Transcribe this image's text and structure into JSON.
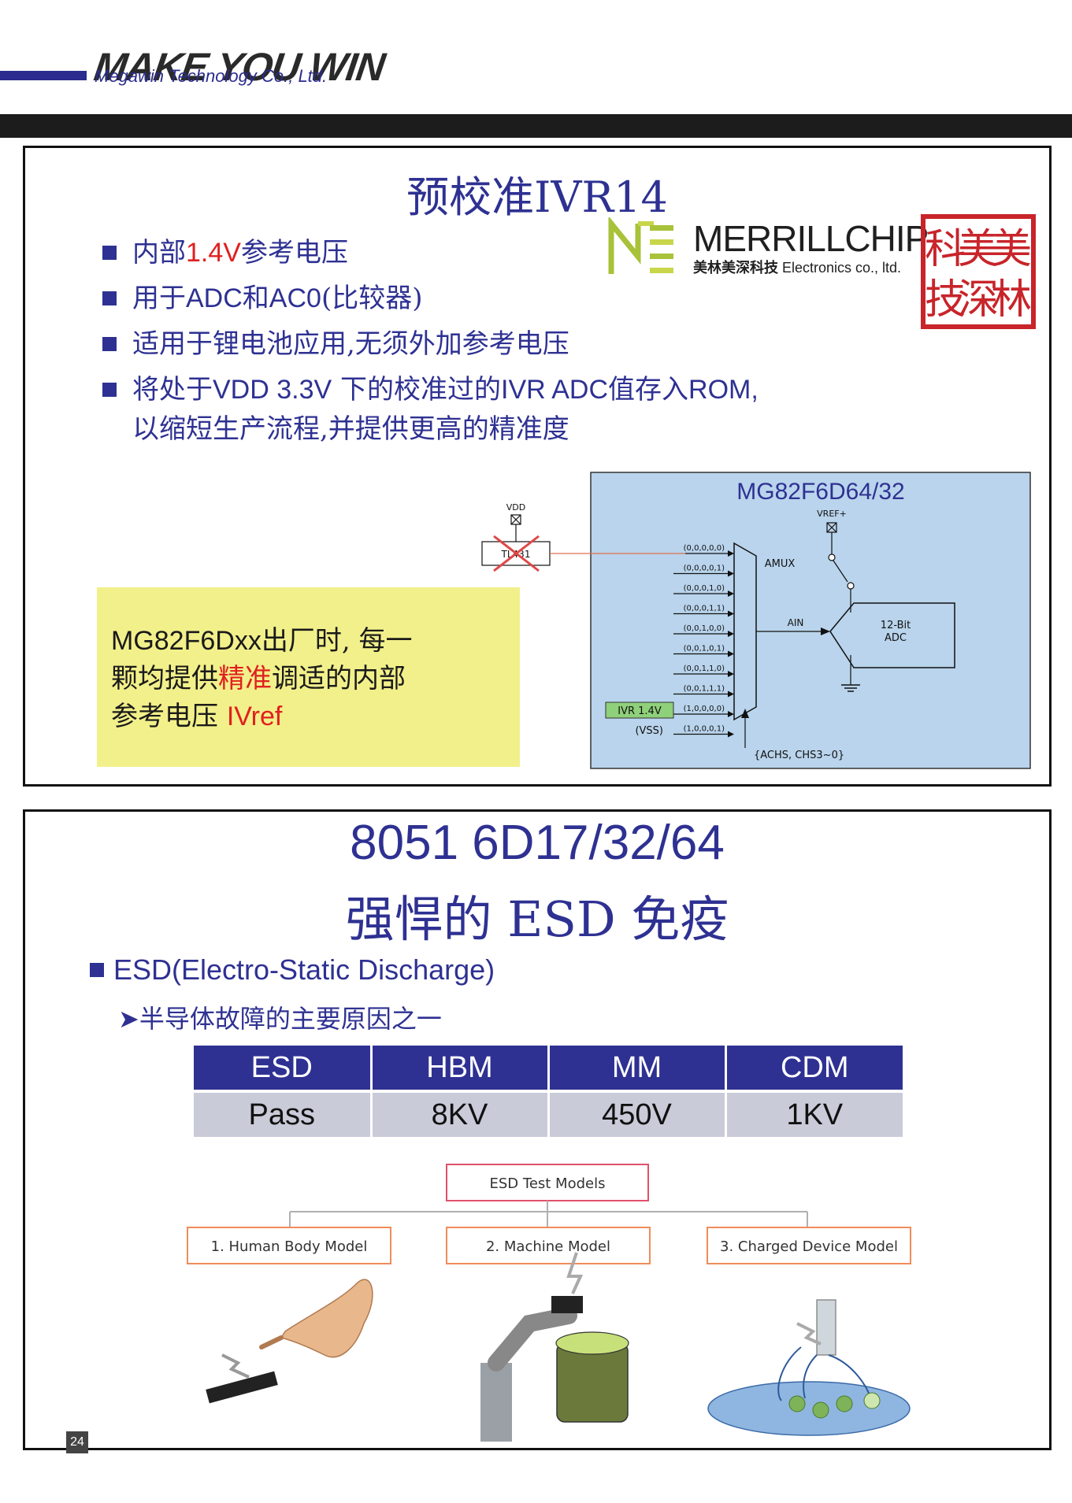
{
  "header": {
    "slogan": "MAKE YOU WIN",
    "company": "Megawin  Technology  Co., Ltd."
  },
  "panel1": {
    "title": "预校准IVR14",
    "bullets": [
      {
        "pre": "内部",
        "red": "1.4V",
        "post": "参考电压"
      },
      {
        "pre": "用于",
        "sans": "ADC",
        "mid": "和",
        "sans2": "AC0",
        "post": "(比较器)"
      },
      {
        "text": "适用于锂电池应用,无须外加参考电压"
      },
      {
        "line1a": "将处于",
        "line1b": "VDD 3.3V",
        "line1c": " 下的校准过的",
        "line1d": "IVR ADC",
        "line1e": "值存入",
        "line1f": "ROM,",
        "line2": "以缩短生产流程,并提供更高的精准度"
      }
    ],
    "logo": {
      "name": "MERRILLCHIP",
      "subtitle_cn": "美林美深科技",
      "subtitle_en": " Electronics co., ltd."
    },
    "seal_text": [
      "美",
      "美",
      "科",
      "林",
      "深",
      "技"
    ],
    "callout": {
      "line1_a": "MG82F6Dxx",
      "line1_b": "出厂时, 每一",
      "line2_a": "颗均提供",
      "line2_red": "精准",
      "line2_b": "调适的内部",
      "line3_a": "参考电压 ",
      "line3_red": "IVref"
    },
    "diagram": {
      "chip_title": "MG82F6D64/32",
      "vdd": "VDD",
      "vref": "VREF+",
      "tl431": "TL431",
      "amux": "AMUX",
      "ain": "AIN",
      "adc_line1": "12-Bit",
      "adc_line2": "ADC",
      "ivr": "IVR 1.4V",
      "vss": "(VSS)",
      "achs": "{ACHS, CHS3~0}",
      "codes": [
        "(0,0,0,0,0)",
        "(0,0,0,0,1)",
        "(0,0,0,1,0)",
        "(0,0,0,1,1)",
        "(0,0,1,0,0)",
        "(0,0,1,0,1)",
        "(0,0,1,1,0)",
        "(0,0,1,1,1)",
        "(1,0,0,0,0)",
        "(1,0,0,0,1)"
      ]
    }
  },
  "panel2": {
    "title1": "8051 6D17/32/64",
    "title2": "强悍的 ESD 免疫",
    "bullet": "ESD(Electro-Static Discharge)",
    "sub": "➤半导体故障的主要原因之一",
    "table": {
      "headers": [
        "ESD",
        "HBM",
        "MM",
        "CDM"
      ],
      "values": [
        "Pass",
        "8KV",
        "450V",
        "1KV"
      ]
    },
    "models_title": "ESD Test Models",
    "models": [
      "1. Human Body Model",
      "2. Machine Model",
      "3. Charged Device Model"
    ],
    "page_number": "24"
  },
  "colors": {
    "accent_blue": "#2e3192",
    "red": "#e02020",
    "diagram_bg": "#b9d4ec",
    "callout_bg": "#f2f08a",
    "ivr_green": "#8fd07a",
    "model_box_border": "#f08c5a",
    "title_box_border": "#e0506a"
  }
}
